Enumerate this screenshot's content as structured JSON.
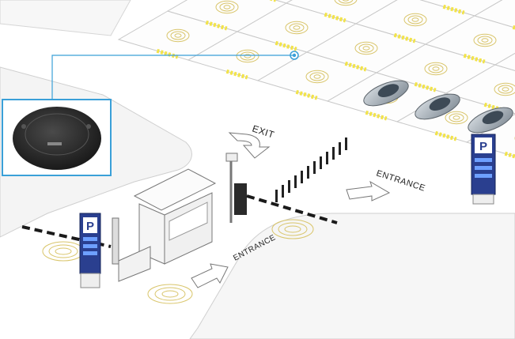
{
  "labels": {
    "exit": "EXIT",
    "entrance_right": "ENTRANCE",
    "entrance_bottom": "ENTRANCE",
    "sign_symbol_left": "P",
    "sign_symbol_right": "P"
  },
  "colors": {
    "accent_line": "#3aa0d8",
    "bay_stripe": "#f2e34a",
    "sensor_ring": "#d9c56a",
    "sign_panel": "#2a3f8f",
    "barrier_dark": "#1a1a1a",
    "car": "#9aa4ad"
  },
  "icons": {
    "sensor_device": "round-parking-sensor",
    "parking_sign": "parking-p-sign"
  }
}
